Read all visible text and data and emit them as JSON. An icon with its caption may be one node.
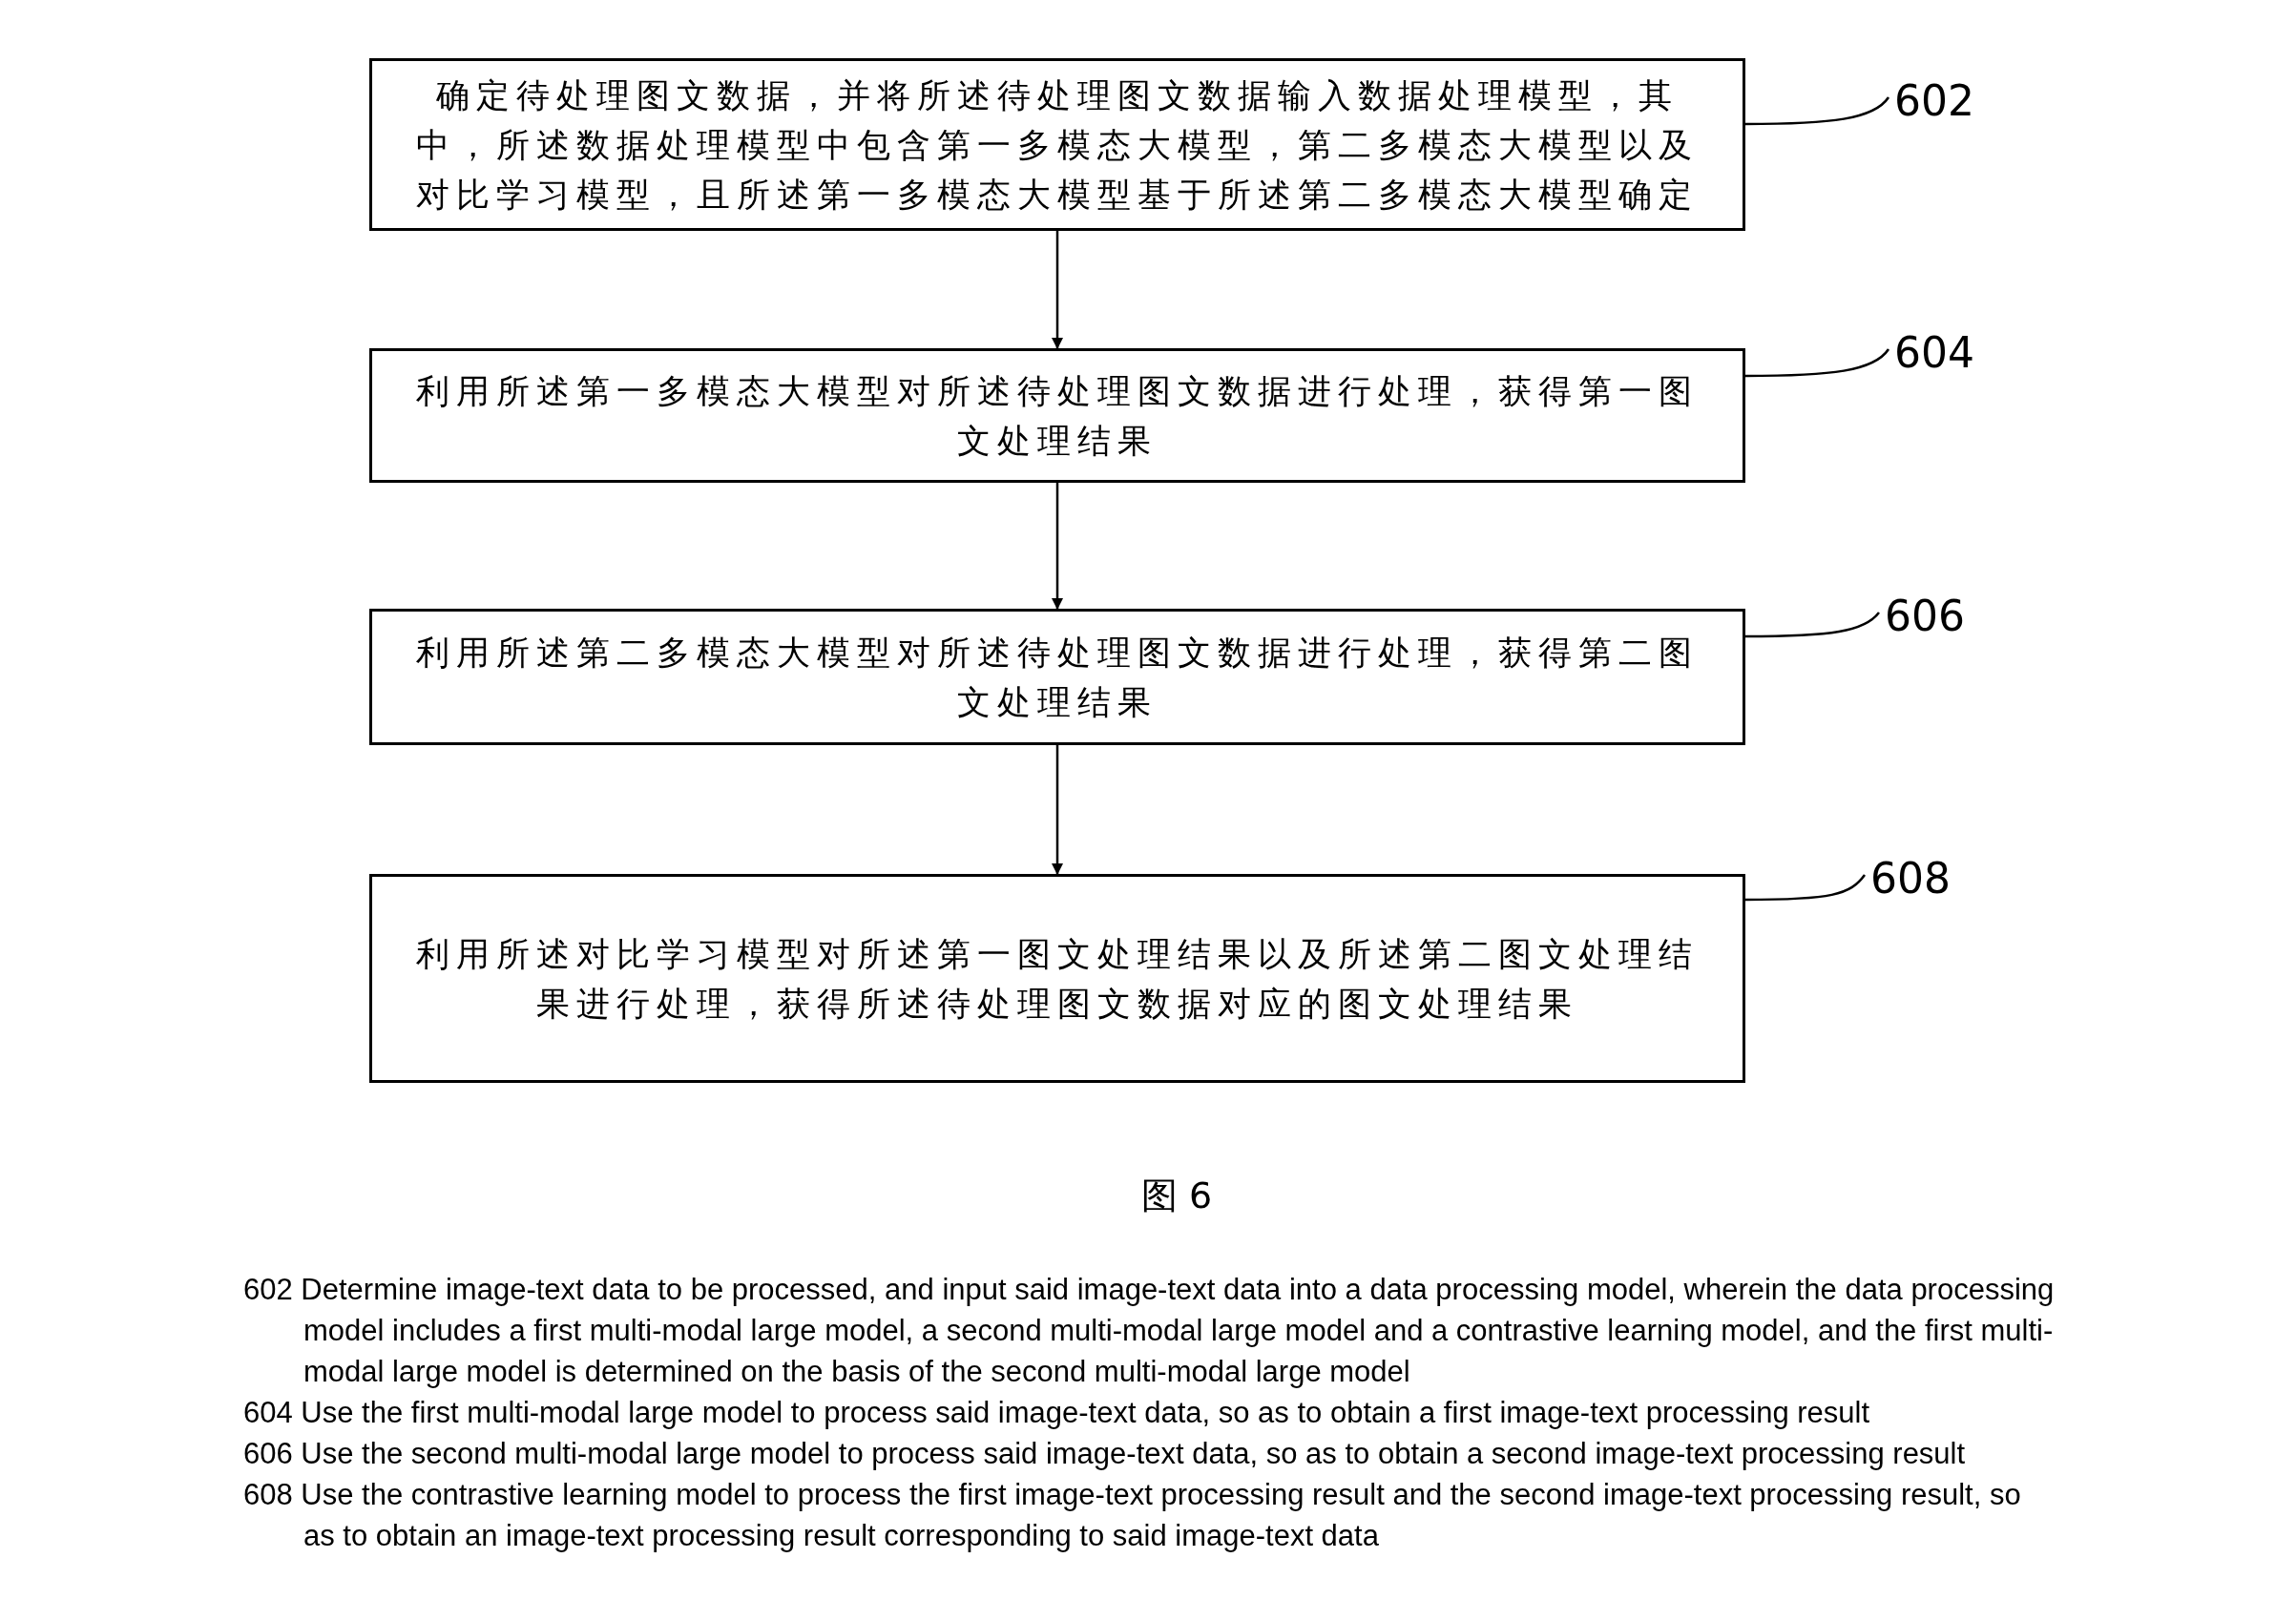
{
  "diagram": {
    "caption": "图 6",
    "nodes": [
      {
        "text": [
          "确定待处理图文数据，并将所述待处理图文数据输入数据处理模型，其中，所述数据处理模型中包含第一多模态大模型，第二多模态大模型以及对比学习模型，且所述第一多模态大模型基于所述第二多模态大模型确定"
        ]
      },
      {
        "text": [
          "利用所述第一多模态大模型对所述待处理图文数据进行处理，获得第一图文处理结果"
        ]
      },
      {
        "text": [
          "利用所述第二多模态大模型对所述待处理图文数据进行处理，获得第二图文处理结果"
        ]
      },
      {
        "text": [
          "利用所述对比学习模型对所述第一图文处理结果以及所述第二图文处理结果进行处理，获得所述待处理图文数据对应的图文处理结果"
        ]
      },
      {
        "text": [
          "602"
        ]
      },
      {
        "text": [
          "604"
        ]
      },
      {
        "text": [
          "606"
        ]
      },
      {
        "text": [
          "608"
        ]
      }
    ],
    "edges": [
      {
        "from": 0,
        "to": 1,
        "arrow": "to"
      },
      {
        "from": 1,
        "to": 2,
        "arrow": "to"
      },
      {
        "from": 2,
        "to": 3,
        "arrow": "to"
      },
      {
        "from": 4,
        "to": 0,
        "arrow": "none"
      },
      {
        "from": 5,
        "to": 1,
        "arrow": "none"
      },
      {
        "from": 6,
        "to": 2,
        "arrow": "none"
      },
      {
        "from": 7,
        "to": 3,
        "arrow": "none"
      }
    ],
    "labels": [
      "602 Determine image-text data to be processed, and input said image-text data into a data processing model, wherein the data processing model includes a first multi-modal large model, a second multi-modal large model and a contrastive learning model, and the first multi-modal large model is determined on the basis of the second multi-modal large model",
      "604 Use the first multi-modal large model to process said image-text data, so as to obtain a first image-text processing result",
      "606 Use the second multi-modal large model to process said image-text data, so as to obtain a second image-text processing result",
      "608 Use the contrastive learning model to process the first image-text processing result and the second image-text processing result, so as to obtain an image-text processing result corresponding to said image-text data"
    ]
  }
}
